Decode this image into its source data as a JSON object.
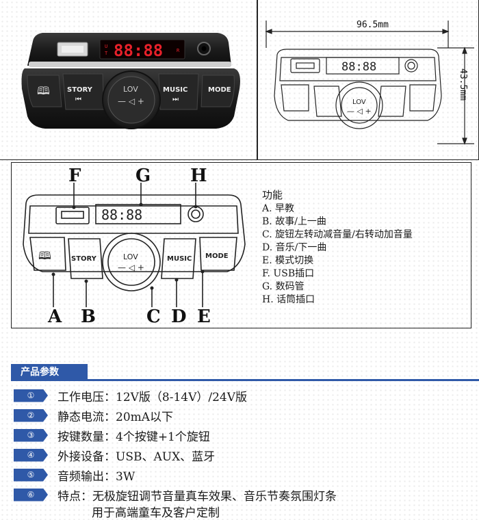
{
  "photo": {
    "display_digits": "88:88",
    "display_small": "U",
    "display_small_2": "T",
    "display_small_3": "R",
    "knob_label": "LOV",
    "knob_controls": "— ◁ +",
    "btn_story": "STORY",
    "btn_story_sub": "⏮",
    "btn_music": "MUSIC",
    "btn_music_sub": "⏭",
    "btn_mode": "MODE"
  },
  "dims": {
    "width": "96.5mm",
    "height": "43.5mm",
    "display_digits": "88:88",
    "knob_label": "LOV",
    "knob_controls": "— ◁ +"
  },
  "func": {
    "letters": [
      "F",
      "G",
      "H",
      "A",
      "B",
      "C",
      "D",
      "E"
    ],
    "display_digits": "88:88",
    "knob_label": "LOV",
    "knob_controls": "— ◁ +",
    "btn_story": "STORY",
    "btn_music": "MUSIC",
    "btn_mode": "MODE",
    "list_title": "功能",
    "items": [
      "A. 早教",
      "B. 故事/上一曲",
      "C. 旋钮左转动减音量/右转动加音量",
      "D. 音乐/下一曲",
      "E. 模式切换",
      "F. USB插口",
      "G. 数码管",
      "H. 话筒插口"
    ]
  },
  "params": {
    "header": "产品参数",
    "rows": [
      {
        "badge": "①",
        "text": "工作电压：12V版（8-14V）/24V版"
      },
      {
        "badge": "②",
        "text": "静态电流：20mA以下"
      },
      {
        "badge": "③",
        "text": "按键数量：4个按键+1个旋钮"
      },
      {
        "badge": "④",
        "text": "外接设备：USB、AUX、蓝牙"
      },
      {
        "badge": "⑤",
        "text": "音频输出：3W"
      },
      {
        "badge": "⑥",
        "text": "特点：无极旋钮调节音量真车效果、音乐节奏氛围灯条"
      }
    ],
    "continuation": "用于高端童车及客户定制"
  },
  "colors": {
    "accent": "#2f59a8",
    "device_body": "#1c1c1c",
    "display_red": "#e8202a"
  }
}
